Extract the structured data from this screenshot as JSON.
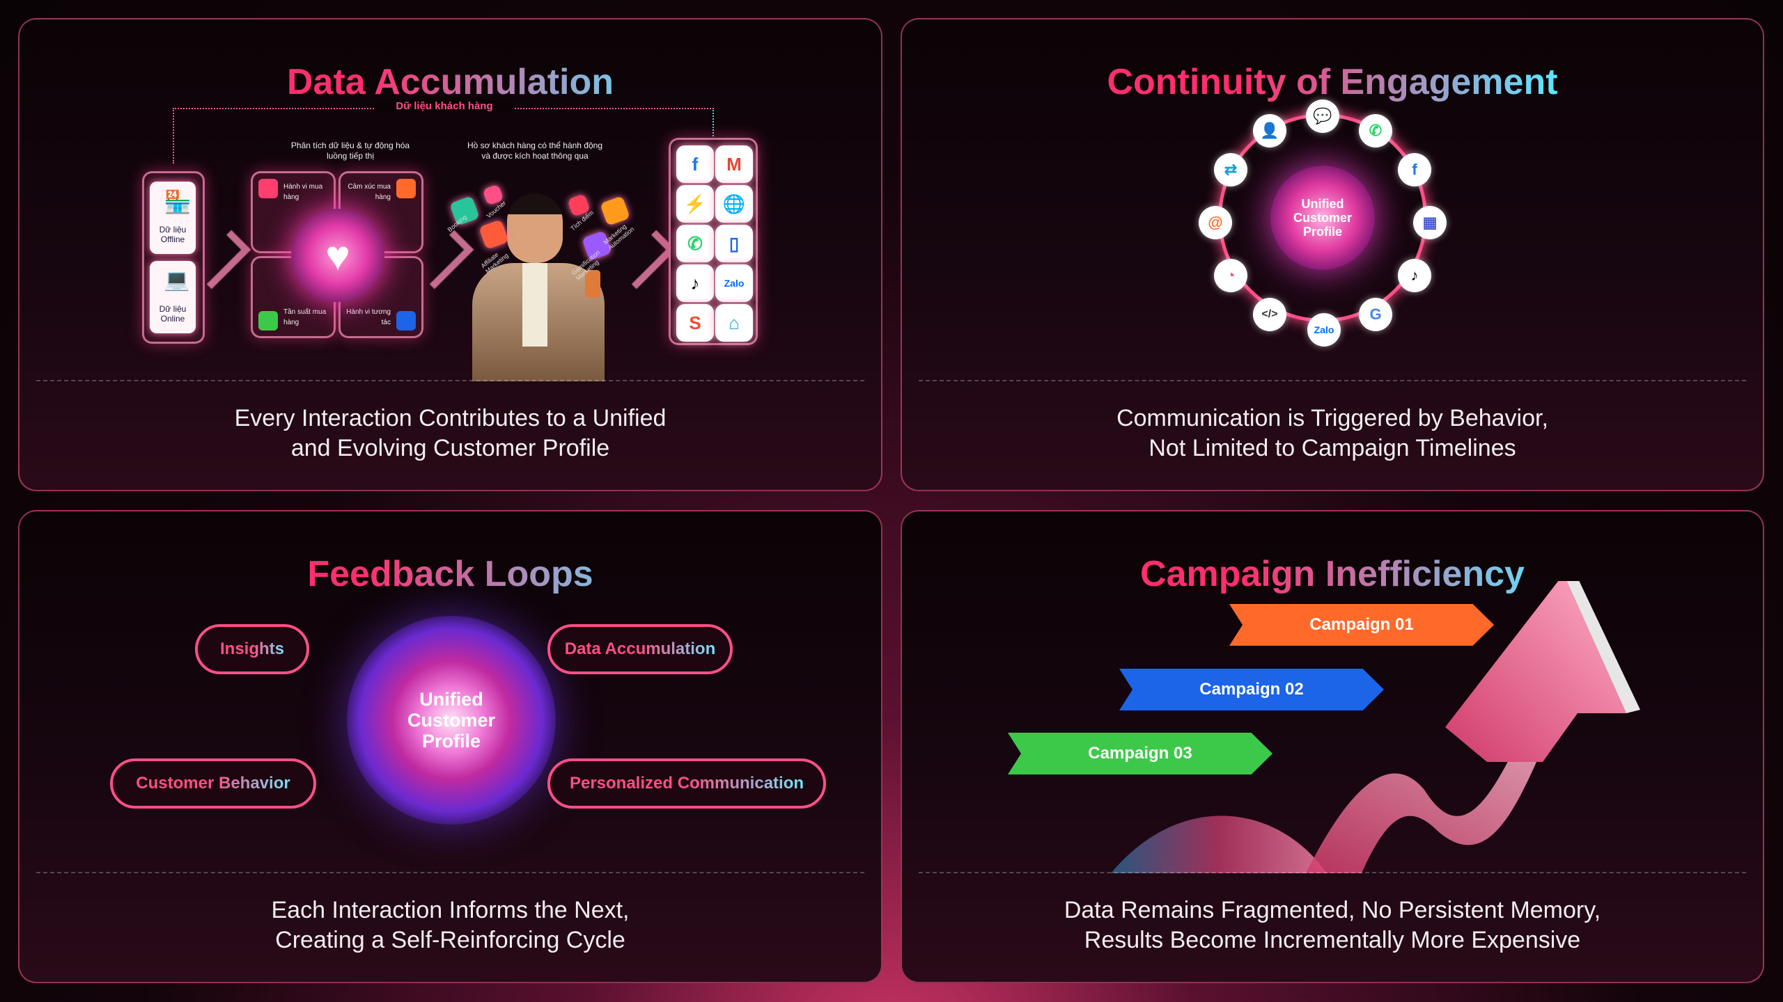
{
  "panels": {
    "data_accumulation": {
      "title": "Data Accumulation",
      "header_label": "Dữ liệu khách hàng",
      "sources": [
        "Dữ liệu Offline",
        "Dữ liệu Online"
      ],
      "analysis_caption": "Phân tích dữ liệu & tự động hóa luồng tiếp thị",
      "quadrants": [
        "Hành vi mua hàng",
        "Cảm xúc mua hàng",
        "Tần suất mua hàng",
        "Hành vi tương tác"
      ],
      "profile_caption": "Hồ sơ khách hàng có thể hành động và được kích hoạt thông qua",
      "floating_tags": [
        "Booking",
        "Voucher",
        "Tích điểm",
        "Marketing Automation",
        "Affiliate Marketing",
        "Gamification Marketing"
      ],
      "channels": [
        "facebook-icon",
        "gmail-icon",
        "messenger-icon",
        "web-icon",
        "whatsapp-icon",
        "app-icon",
        "tiktok-icon",
        "zalo-icon",
        "shopee-icon",
        "store-icon"
      ],
      "subtitle": [
        "Every Interaction Contributes to a Unified",
        "and Evolving Customer Profile"
      ]
    },
    "continuity": {
      "title": "Continuity of Engagement",
      "center": "Unified Customer Profile",
      "ring_icons": [
        "chat-icon",
        "whatsapp-icon",
        "facebook-icon",
        "calculator-icon",
        "tiktok-icon",
        "google-icon",
        "zalo-icon",
        "code-icon",
        "chart-icon",
        "email-icon",
        "share-icon",
        "user-icon"
      ],
      "zalo_label": "Zalo",
      "subtitle": [
        "Communication is Triggered by Behavior,",
        "Not Limited to Campaign Timelines"
      ]
    },
    "feedback": {
      "title": "Feedback Loops",
      "center": "Unified Customer Profile",
      "pills": [
        "Insights",
        "Data Accumulation",
        "Customer Behavior",
        "Personalized Communication"
      ],
      "subtitle": [
        "Each Interaction Informs the Next,",
        "Creating a Self-Reinforcing Cycle"
      ]
    },
    "inefficiency": {
      "title": "Campaign Inefficiency",
      "campaigns": [
        {
          "label": "Campaign 01",
          "color": "#ff6a2a"
        },
        {
          "label": "Campaign 02",
          "color": "#1c64e8"
        },
        {
          "label": "Campaign 03",
          "color": "#3cc94a"
        }
      ],
      "subtitle": [
        "Data Remains Fragmented, No Persistent Memory,",
        "Results Become Incrementally More Expensive"
      ]
    }
  }
}
